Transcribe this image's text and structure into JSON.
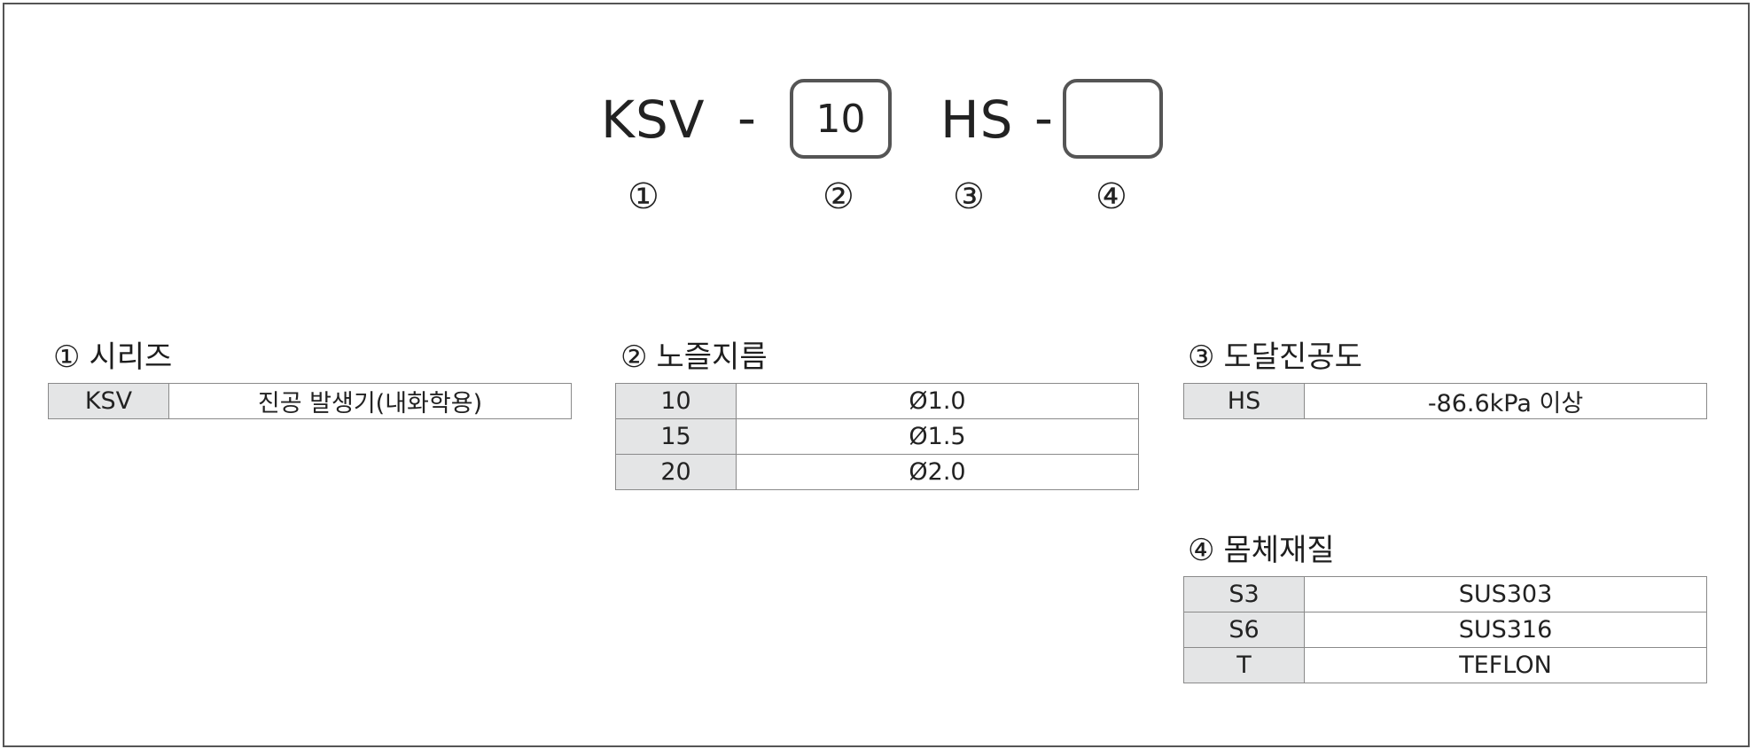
{
  "code": {
    "series": "KSV",
    "dash1": "-",
    "nozzle": "10",
    "vacuum": "HS",
    "dash2": "-",
    "material": "",
    "markers": [
      "①",
      "②",
      "③",
      "④"
    ]
  },
  "sections": [
    {
      "num": "①",
      "title": "시리즈",
      "rows": [
        {
          "code": "KSV",
          "desc": "진공 발생기(내화학용)"
        }
      ]
    },
    {
      "num": "②",
      "title": "노즐지름",
      "rows": [
        {
          "code": "10",
          "desc": "Ø1.0"
        },
        {
          "code": "15",
          "desc": "Ø1.5"
        },
        {
          "code": "20",
          "desc": "Ø2.0"
        }
      ]
    },
    {
      "num": "③",
      "title": "도달진공도",
      "rows": [
        {
          "code": "HS",
          "desc": "-86.6kPa 이상"
        }
      ]
    },
    {
      "num": "④",
      "title": "몸체재질",
      "rows": [
        {
          "code": "S3",
          "desc": "SUS303"
        },
        {
          "code": "S6",
          "desc": "SUS316"
        },
        {
          "code": "T",
          "desc": "TEFLON"
        }
      ]
    }
  ]
}
